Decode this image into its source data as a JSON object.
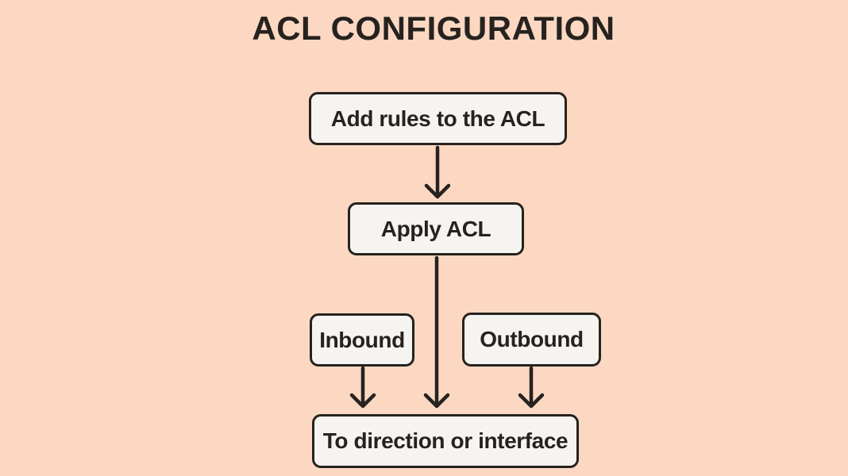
{
  "title": "ACL CONFIGURATION",
  "colors": {
    "background": "#fcd8c2",
    "node_fill": "#f6f4f1",
    "node_border": "#26221f",
    "text": "#26221f",
    "arrow": "#26221f"
  },
  "nodes": [
    {
      "id": "add-rules",
      "label": "Add rules to the ACL"
    },
    {
      "id": "apply-acl",
      "label": "Apply ACL"
    },
    {
      "id": "inbound",
      "label": "Inbound"
    },
    {
      "id": "outbound",
      "label": "Outbound"
    },
    {
      "id": "direction-or-interface",
      "label": "To direction or interface"
    }
  ],
  "edges": [
    {
      "from": "add-rules",
      "to": "apply-acl"
    },
    {
      "from": "apply-acl",
      "to": "direction-or-interface"
    },
    {
      "from": "inbound",
      "to": "direction-or-interface"
    },
    {
      "from": "outbound",
      "to": "direction-or-interface"
    }
  ]
}
